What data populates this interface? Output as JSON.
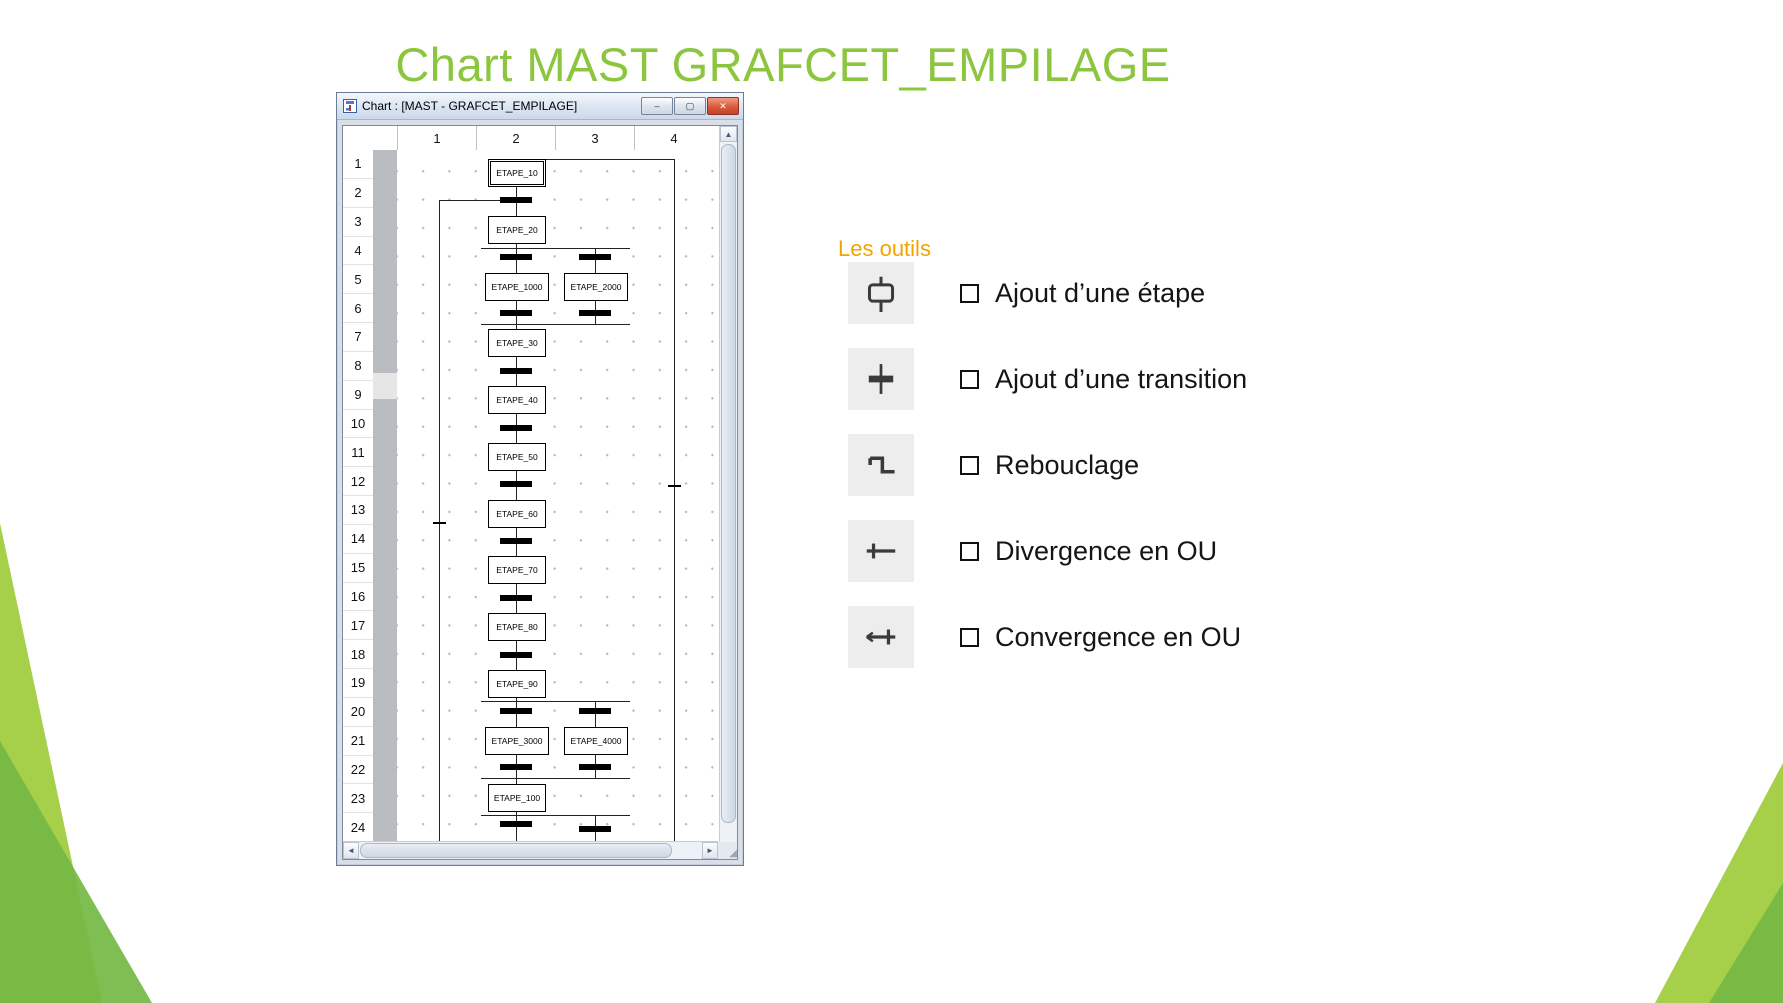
{
  "slide": {
    "title": "Chart MAST GRAFCET_EMPILAGE",
    "accent_green": "#8CC63F",
    "tools_heading_color": "#F0A400"
  },
  "window": {
    "title": "Chart : [MAST - GRAFCET_EMPILAGE]",
    "icon": "sfc-chart-icon",
    "controls": {
      "minimize": "–",
      "maximize": "▢",
      "close": "✕"
    },
    "scroll": {
      "up": "▲",
      "left": "◄",
      "right": "►"
    },
    "grid": {
      "columns": [
        "1",
        "2",
        "3",
        "4"
      ],
      "rows": [
        "1",
        "2",
        "3",
        "4",
        "5",
        "6",
        "7",
        "8",
        "9",
        "10",
        "11",
        "12",
        "13",
        "14",
        "15",
        "16",
        "17",
        "18",
        "19",
        "20",
        "21",
        "22",
        "23",
        "24"
      ]
    },
    "chart": {
      "steps": [
        {
          "label": "ETAPE_10"
        },
        {
          "label": "ETAPE_20"
        },
        {
          "label": "ETAPE_1000"
        },
        {
          "label": "ETAPE_2000"
        },
        {
          "label": "ETAPE_30"
        },
        {
          "label": "ETAPE_40"
        },
        {
          "label": "ETAPE_50"
        },
        {
          "label": "ETAPE_60"
        },
        {
          "label": "ETAPE_70"
        },
        {
          "label": "ETAPE_80"
        },
        {
          "label": "ETAPE_90"
        },
        {
          "label": "ETAPE_3000"
        },
        {
          "label": "ETAPE_4000"
        },
        {
          "label": "ETAPE_100"
        }
      ]
    }
  },
  "tools": {
    "heading": "Les outils",
    "items": [
      {
        "icon": "step-icon",
        "label": "Ajout d’une étape"
      },
      {
        "icon": "transition-icon",
        "label": "Ajout d’une transition"
      },
      {
        "icon": "loop-icon",
        "label": "Rebouclage"
      },
      {
        "icon": "or-divergence-icon",
        "label": "Divergence en OU"
      },
      {
        "icon": "or-convergence-icon",
        "label": "Convergence en OU"
      }
    ]
  }
}
